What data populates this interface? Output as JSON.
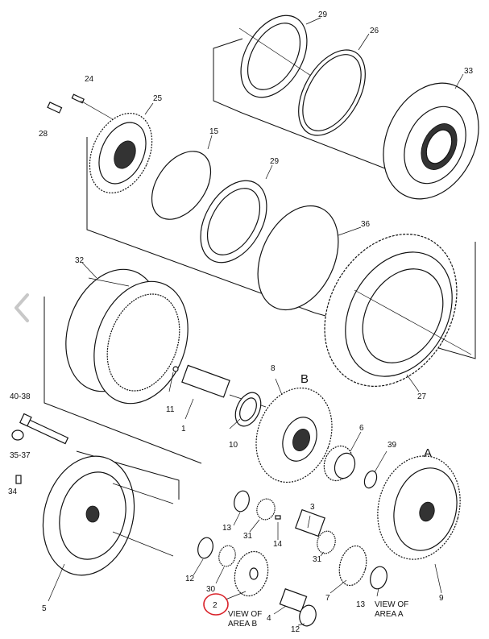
{
  "labels": {
    "p24": "24",
    "p25": "25",
    "p28": "28",
    "p29a": "29",
    "p26": "26",
    "p33": "33",
    "p15": "15",
    "p29b": "29",
    "p36": "36",
    "p32": "32",
    "p11": "11",
    "p27": "27",
    "p8": "8",
    "B": "B",
    "p40": "40-38",
    "p1": "1",
    "p10": "10",
    "p6": "6",
    "p39": "39",
    "p35": "35-37",
    "p34": "34",
    "A": "A",
    "p3": "3",
    "p13a": "13",
    "p31a": "31",
    "p14": "14",
    "p5": "5",
    "p31b": "31",
    "p12a": "12",
    "p30": "30",
    "p7": "7",
    "p13b": "13",
    "p9": "9",
    "p2": "2",
    "p4": "4",
    "p12b": "12"
  },
  "views": {
    "b_line1": "VIEW OF",
    "b_line2": "AREA  B",
    "a_line1": "VIEW OF",
    "a_line2": "AREA  A"
  },
  "highlight_color": "#d9222a",
  "nav_icon": "chevron-left-icon"
}
